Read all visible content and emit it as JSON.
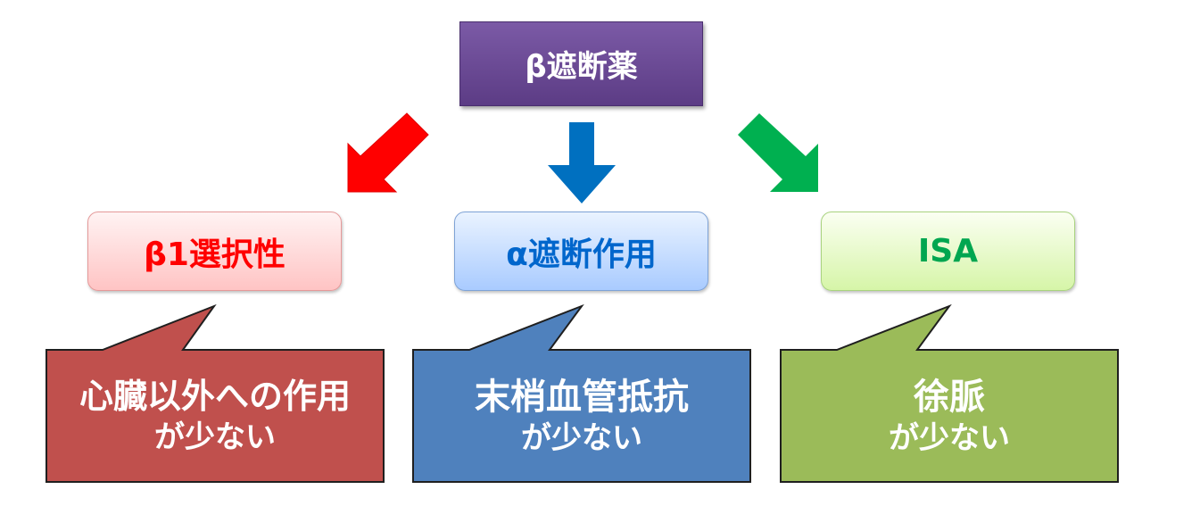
{
  "root": {
    "label": "β遮断薬"
  },
  "categories": [
    {
      "label": "β1選択性",
      "color": "#ff0000"
    },
    {
      "label": "α遮断作用",
      "color": "#0066cc"
    },
    {
      "label": "ISA",
      "color": "#00a650"
    }
  ],
  "arrows": [
    {
      "name": "arrow-red",
      "color": "#ff0000"
    },
    {
      "name": "arrow-blue",
      "color": "#0070c0"
    },
    {
      "name": "arrow-green",
      "color": "#00b050"
    }
  ],
  "callouts": [
    {
      "line1": "心臓以外への作用",
      "line2": "が少ない",
      "fill": "#c0504d"
    },
    {
      "line1": "末梢血管抵抗",
      "line2": "が少ない",
      "fill": "#4f81bd"
    },
    {
      "line1": "徐脈",
      "line2": "が少ない",
      "fill": "#9bbb59"
    }
  ]
}
